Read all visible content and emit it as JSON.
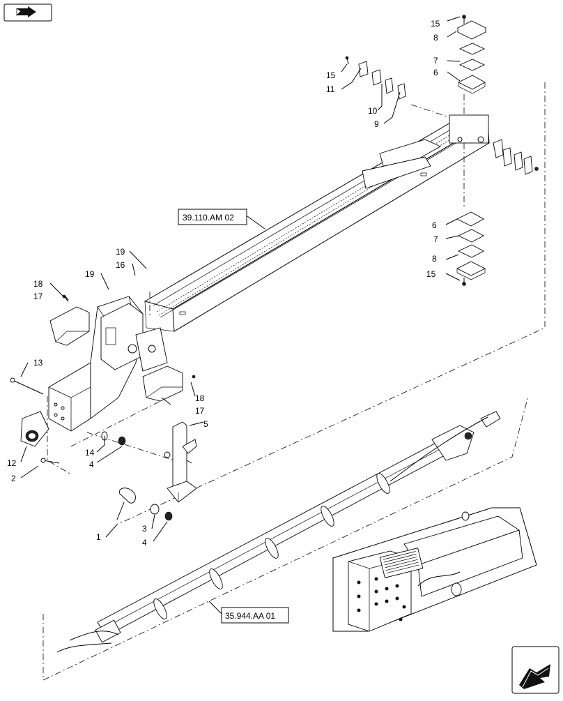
{
  "callouts": [
    {
      "id": "c15a",
      "label": "15"
    },
    {
      "id": "c8a",
      "label": "8"
    },
    {
      "id": "c7a",
      "label": "7"
    },
    {
      "id": "c6a",
      "label": "6"
    },
    {
      "id": "c15b",
      "label": "15"
    },
    {
      "id": "c11",
      "label": "11"
    },
    {
      "id": "c10",
      "label": "10"
    },
    {
      "id": "c9",
      "label": "9"
    },
    {
      "id": "c6b",
      "label": "6"
    },
    {
      "id": "c7b",
      "label": "7"
    },
    {
      "id": "c8b",
      "label": "8"
    },
    {
      "id": "c15c",
      "label": "15"
    },
    {
      "id": "c19a",
      "label": "19"
    },
    {
      "id": "c16",
      "label": "16"
    },
    {
      "id": "c19b",
      "label": "19"
    },
    {
      "id": "c18a",
      "label": "18"
    },
    {
      "id": "c17a",
      "label": "17"
    },
    {
      "id": "c13",
      "label": "13"
    },
    {
      "id": "c18b",
      "label": "18"
    },
    {
      "id": "c17b",
      "label": "17"
    },
    {
      "id": "c5",
      "label": "5"
    },
    {
      "id": "c14",
      "label": "14"
    },
    {
      "id": "c4a",
      "label": "4"
    },
    {
      "id": "c12",
      "label": "12"
    },
    {
      "id": "c2",
      "label": "2"
    },
    {
      "id": "c3",
      "label": "3"
    },
    {
      "id": "c4b",
      "label": "4"
    },
    {
      "id": "c1",
      "label": "1"
    }
  ],
  "references": [
    {
      "id": "ref1",
      "label": "39.110.AM 02"
    },
    {
      "id": "ref2",
      "label": "35.944.AA 01"
    }
  ],
  "icons": {
    "top_left": "previous-page-arrow-icon",
    "bottom_right": "next-page-arrow-icon"
  }
}
